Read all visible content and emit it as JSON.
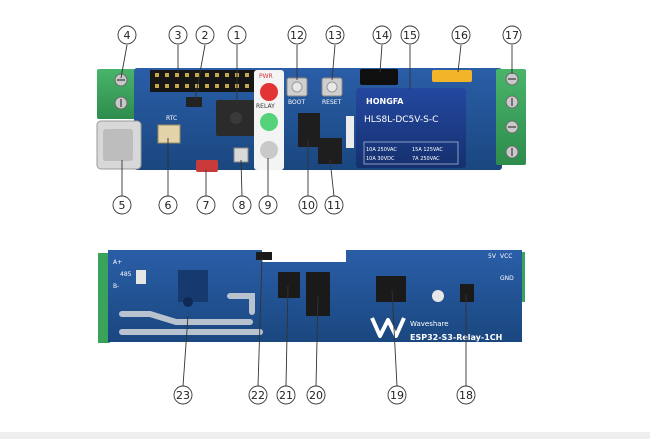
{
  "top_board": {
    "callouts": [
      {
        "number": "1",
        "label": "①"
      },
      {
        "number": "2",
        "label": "②"
      },
      {
        "number": "3",
        "label": "③"
      },
      {
        "number": "4",
        "label": "④"
      },
      {
        "number": "5",
        "label": "⑤"
      },
      {
        "number": "6",
        "label": "⑥"
      },
      {
        "number": "7",
        "label": "⑦"
      },
      {
        "number": "8",
        "label": "⑧"
      },
      {
        "number": "9",
        "label": "⑨"
      },
      {
        "number": "10",
        "label": "⑩"
      },
      {
        "number": "11",
        "label": "⑪"
      },
      {
        "number": "12",
        "label": "⑫"
      },
      {
        "number": "13",
        "label": "⑬"
      },
      {
        "number": "14",
        "label": "⑭"
      },
      {
        "number": "15",
        "label": "⑮"
      },
      {
        "number": "16",
        "label": "⑯"
      },
      {
        "number": "17",
        "label": "⑰"
      }
    ],
    "silkscreen": {
      "pwr": "PWR",
      "relay": "RELAY",
      "rtc": "RTC",
      "boot": "BOOT",
      "reset": "RESET"
    },
    "relay": {
      "brand": "HONGFA",
      "model": "HLS8L-DC5V-S-C",
      "rating1": "10A 250VAC",
      "rating2": "10A 30VDC",
      "rating3": "15A 125VAC",
      "rating4": "7A 250VAC"
    }
  },
  "bottom_board": {
    "callouts": [
      {
        "number": "18",
        "label": "⑱"
      },
      {
        "number": "19",
        "label": "⑲"
      },
      {
        "number": "20",
        "label": "⑳"
      },
      {
        "number": "21",
        "label": "㉑"
      },
      {
        "number": "22",
        "label": "㉒"
      },
      {
        "number": "23",
        "label": "㉓"
      }
    ],
    "silkscreen": {
      "a_plus": "A+",
      "rs485": "485",
      "b_minus": "B-",
      "brand": "Waveshare",
      "product": "ESP32-S3-Relay-1CH",
      "v5": "5V",
      "vcc": "VCC",
      "gnd": "GND"
    }
  },
  "colors": {
    "pcb": "#1f4f8f",
    "pcb_dark": "#173e74",
    "terminal": "#3aa35b",
    "relay_body": "#1b3c86",
    "relay_label": "#e9edf4"
  }
}
